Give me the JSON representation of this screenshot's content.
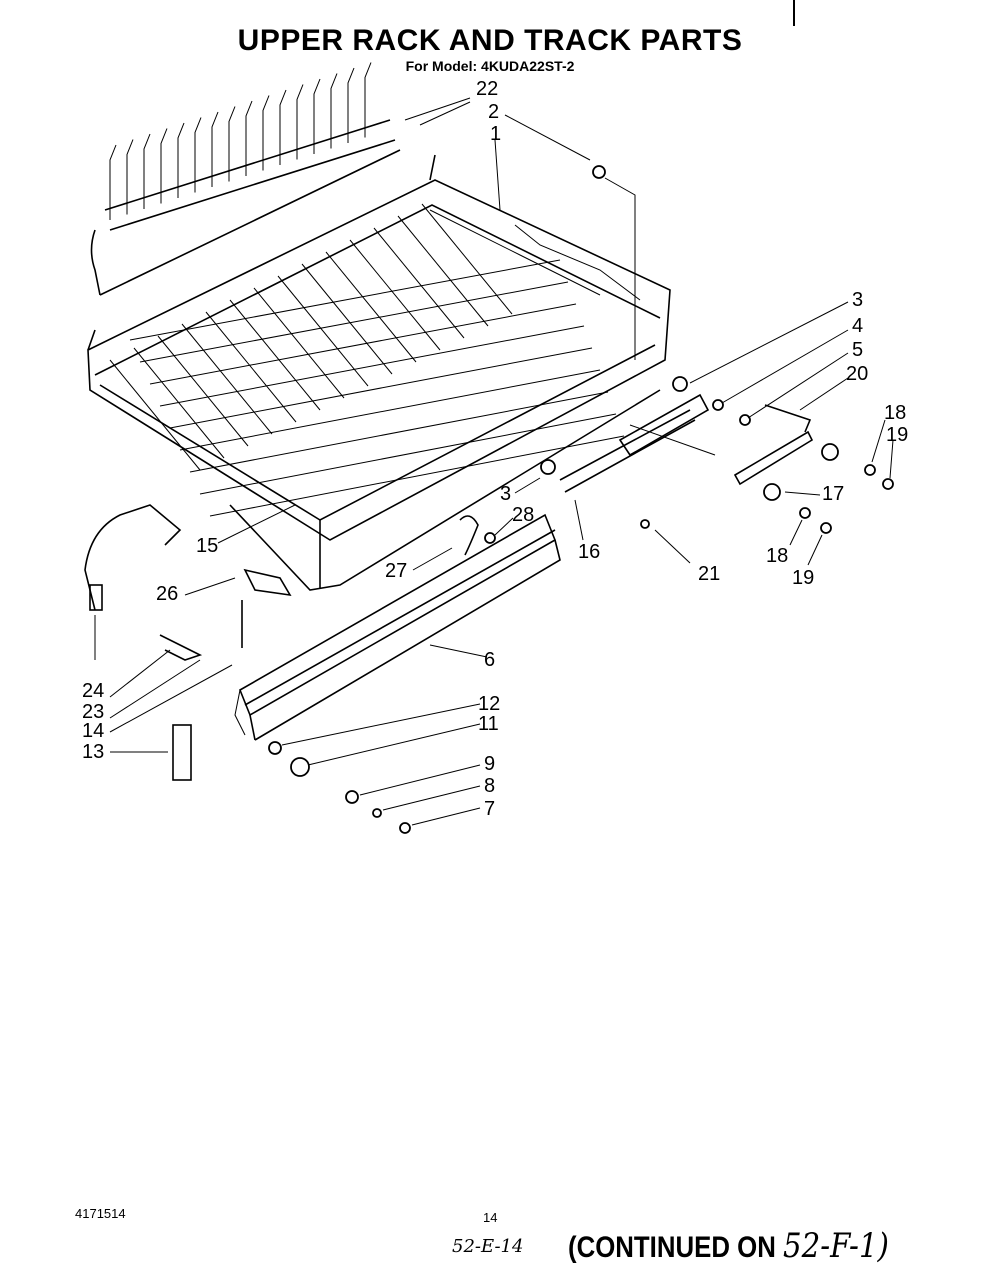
{
  "header": {
    "title": "UPPER RACK AND TRACK PARTS",
    "subtitle": "For Model: 4KUDA22ST-2"
  },
  "callouts": [
    "22",
    "2",
    "1",
    "3",
    "4",
    "5",
    "20",
    "18",
    "19",
    "17",
    "18",
    "19",
    "21",
    "16",
    "3",
    "28",
    "27",
    "15",
    "26",
    "6",
    "24",
    "23",
    "14",
    "13",
    "12",
    "11",
    "9",
    "8",
    "7"
  ],
  "footer": {
    "doc_number": "4171514",
    "page_number": "14",
    "handwritten_ref": "52-E-14",
    "continued_label": "(CONTINUED ON",
    "continued_ref": "52-F-1)"
  }
}
